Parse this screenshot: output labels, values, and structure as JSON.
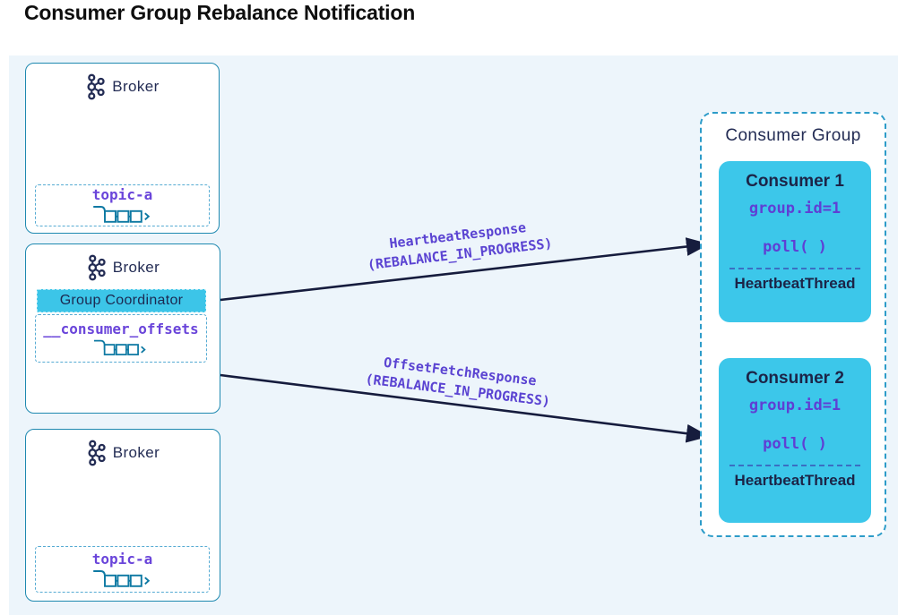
{
  "page": {
    "title": "Consumer Group Rebalance Notification"
  },
  "brokers": [
    {
      "label": "Broker",
      "topic": {
        "name": "topic-a"
      }
    },
    {
      "label": "Broker",
      "coordinator_label": "Group Coordinator",
      "topic": {
        "name": "__consumer_offsets"
      }
    },
    {
      "label": "Broker",
      "topic": {
        "name": "topic-a"
      }
    }
  ],
  "consumer_group": {
    "title": "Consumer Group",
    "consumers": [
      {
        "name": "Consumer 1",
        "group_id": "group.id=1",
        "poll_call": "poll( )",
        "thread_label": "HeartbeatThread"
      },
      {
        "name": "Consumer 2",
        "group_id": "group.id=1",
        "poll_call": "poll( )",
        "thread_label": "HeartbeatThread"
      }
    ]
  },
  "arrows": [
    {
      "line1": "HeartbeatResponse",
      "line2": "(REBALANCE_IN_PROGRESS)"
    },
    {
      "line1": "OffsetFetchResponse",
      "line2": "(REBALANCE_IN_PROGRESS)"
    }
  ],
  "colors": {
    "accent_cyan": "#3cc7ea",
    "navy_text": "#232c54",
    "purple_code": "#6a45da",
    "broker_border": "#1e89b0",
    "group_dashed_border": "#2d9cc9",
    "arrow": "#161c3d",
    "canvas_bg": "#edf5fb"
  }
}
